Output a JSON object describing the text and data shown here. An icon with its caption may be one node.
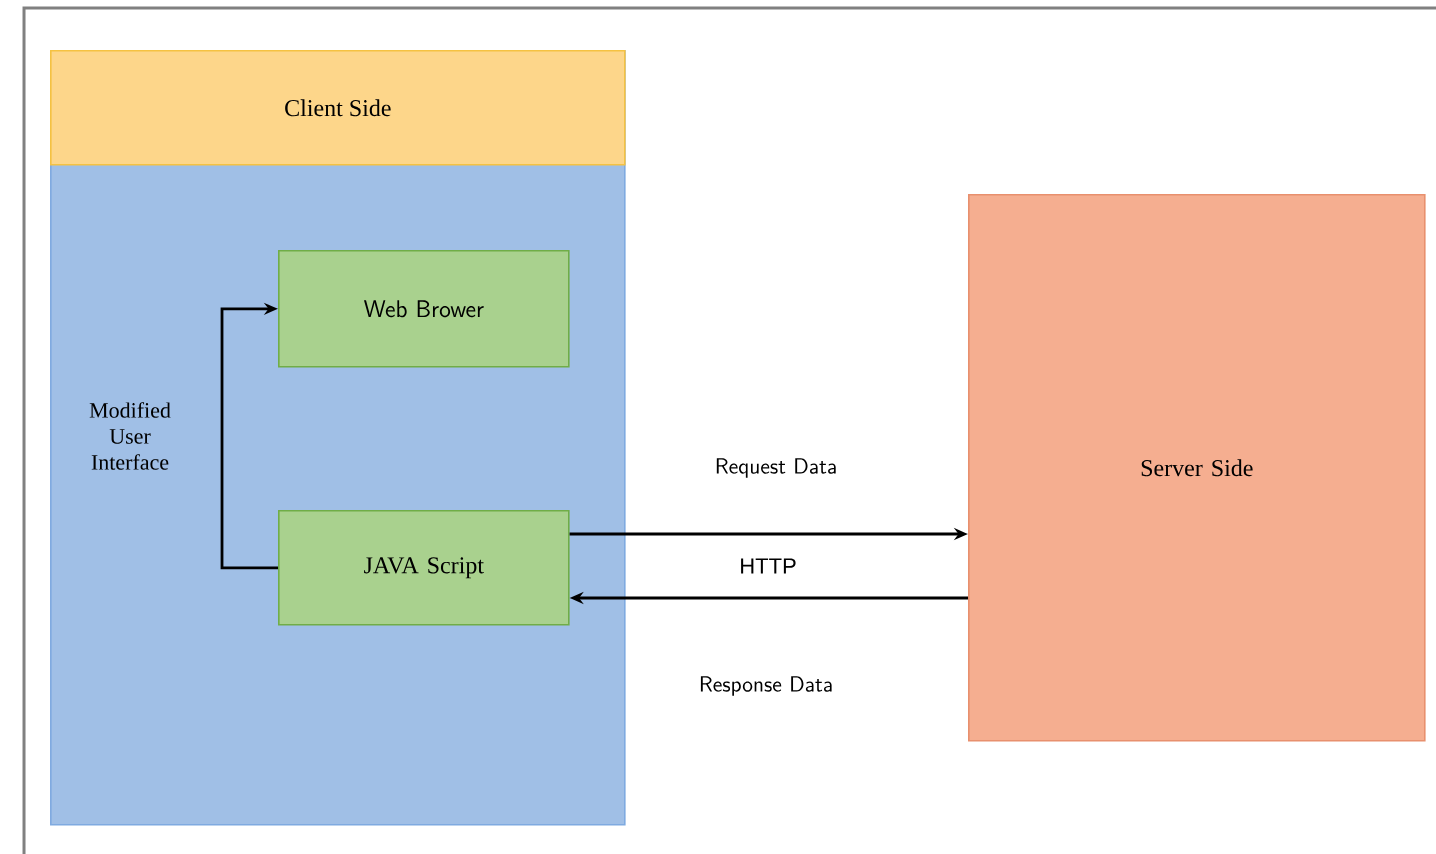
{
  "diagram": {
    "nodes": [
      {
        "text": [
          "Client Side"
        ]
      },
      {
        "text": [
          "Web Brower"
        ],
        "in": 0
      },
      {
        "text": [
          "JAVA Script"
        ],
        "in": 0
      },
      {
        "text": [
          "Server Side"
        ]
      }
    ],
    "edges": [
      {
        "from": 2,
        "to": 1,
        "arrow": "to",
        "label": "Modified User Interface"
      },
      {
        "from": 2,
        "to": 3,
        "arrow": "to",
        "label": "Request Data"
      },
      {
        "from": 3,
        "to": 2,
        "arrow": "to",
        "label": "Response Data"
      }
    ],
    "labels": [
      "HTTP"
    ]
  }
}
